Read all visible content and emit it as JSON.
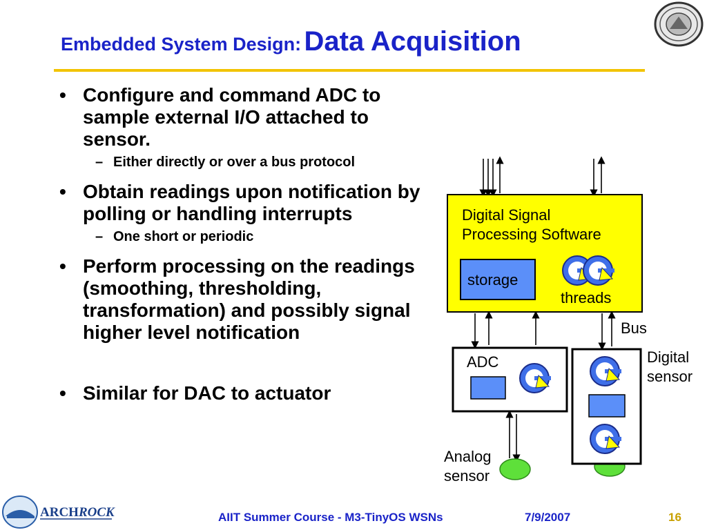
{
  "title": {
    "part1": "Embedded System Design:",
    "part2": "Data Acquisition"
  },
  "bullets": [
    {
      "text": "Configure and command ADC to sample external I/O attached to sensor.",
      "sub": [
        "Either directly or over a bus protocol"
      ]
    },
    {
      "text": "Obtain readings upon notification by polling or handling interrupts",
      "sub": [
        "One short or periodic"
      ]
    },
    {
      "text": "Perform processing on the readings (smoothing, thresholding, transformation) and possibly signal higher level notification",
      "sub": []
    },
    {
      "text": "Similar for DAC to actuator",
      "sub": []
    }
  ],
  "diagram": {
    "dsp_label_line1": "Digital Signal",
    "dsp_label_line2": "Processing Software",
    "storage_label": "storage",
    "threads_label": "threads",
    "bus_label": "Bus",
    "adc_label": "ADC",
    "digital_sensor_line1": "Digital",
    "digital_sensor_line2": "sensor",
    "analog_sensor_line1": "Analog",
    "analog_sensor_line2": "sensor",
    "colors": {
      "dsp_fill": "#ffff00",
      "storage_fill": "#5b8ff9",
      "sensor_fill": "#5ee03a",
      "thread_fill": "#3f6fe8"
    }
  },
  "footer": {
    "course": "AIIT Summer Course - M3-TinyOS WSNs",
    "date": "7/9/2007",
    "page": "16",
    "logo_text_a": "Arch",
    "logo_text_b": "Rock"
  }
}
